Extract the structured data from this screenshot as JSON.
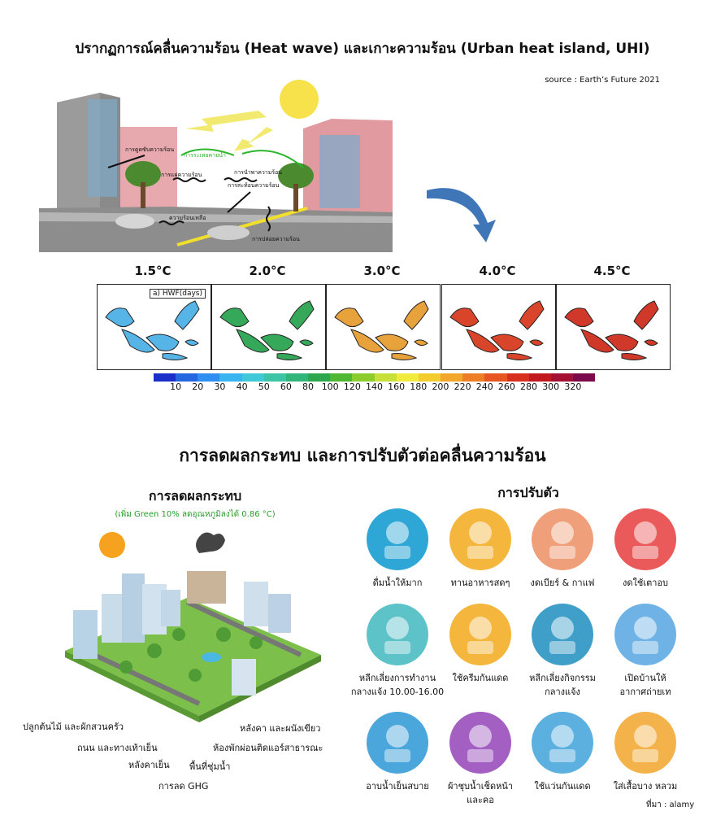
{
  "title": "ปรากฏการณ์คลื่นความร้อน (Heat wave) และเกาะความร้อน (Urban heat island, UHI)",
  "source_top": "source : Earth’s Future 2021",
  "uhi_labels": {
    "absorb": "การดูดซับความร้อน",
    "evapo": "การระเหยคายน้ำ",
    "radiate": "การแผ่ความร้อน",
    "convect": "การนำพาความร้อน",
    "reflect": "การสะท้อนความร้อน",
    "waste": "ความร้อนเหลือ",
    "release": "การปล่อยความร้อน"
  },
  "panels": [
    {
      "title": "1.5°C",
      "fill": "#57b4e6"
    },
    {
      "title": "2.0°C",
      "fill": "#35a85a"
    },
    {
      "title": "3.0°C",
      "fill": "#e8a23c"
    },
    {
      "title": "4.0°C",
      "fill": "#d9452a"
    },
    {
      "title": "4.5°C",
      "fill": "#d0382a"
    }
  ],
  "panel_label": "a) HWF(days)",
  "colorbar": {
    "colors": [
      "#1b2fc9",
      "#2467e0",
      "#2f8ff0",
      "#38b5f0",
      "#3fc9d8",
      "#3cc4a6",
      "#31b57a",
      "#2da64e",
      "#4fb832",
      "#8ccc2c",
      "#c7e03a",
      "#f2ea3c",
      "#f5cc2e",
      "#f2a62a",
      "#ee7e26",
      "#e65522",
      "#d8301f",
      "#c2191f",
      "#a41034",
      "#7a0a4a"
    ],
    "ticks": [
      "10",
      "20",
      "30",
      "40",
      "50",
      "60",
      "80",
      "100",
      "120",
      "140",
      "160",
      "180",
      "200",
      "220",
      "240",
      "260",
      "280",
      "300",
      "320"
    ]
  },
  "section_title": "การลดผลกระทบ และการปรับตัวต่อคลื่นความร้อน",
  "mitigation": {
    "title": "การลดผลกระทบ",
    "subtitle": "(เพิ่ม Green 10% ลดอุณหภูมิลงได้ 0.86 °C)",
    "labels": {
      "plant": "ปลูกต้นไม้ และผักสวนครัว",
      "road": "ถนน และทางเท้าเย็น",
      "cool_roof": "หลังคาเย็น",
      "ghg": "การลด GHG",
      "green_roof": "หลังคา และผนังเขียว",
      "aircon": "ห้องพักผ่อนติดแอร์สาธารณะ",
      "wetland": "พื้นที่ชุ่มน้ำ"
    }
  },
  "adaptation": {
    "title": "การปรับตัว",
    "tips": [
      {
        "label": "ดื่มน้ำให้มาก",
        "icon": "water-bottle-icon",
        "bg": "#2fa7d6"
      },
      {
        "label": "ทานอาหารสดๆ",
        "icon": "fresh-food-icon",
        "bg": "#f4b63c"
      },
      {
        "label": "งดเบียร์ & กาแฟ",
        "icon": "no-alcohol-coffee-icon",
        "bg": "#ef9f7a"
      },
      {
        "label": "งดใช้เตาอบ",
        "icon": "no-oven-icon",
        "bg": "#ea5a5a"
      },
      {
        "label": "หลีกเลี่ยงการทำงาน\nกลางแจ้ง 10.00-16.00",
        "icon": "hot-sun-clock-icon",
        "bg": "#5ec2c9"
      },
      {
        "label": "ใช้ครีมกันแดด",
        "icon": "sunscreen-icon",
        "bg": "#f4b63c"
      },
      {
        "label": "หลีกเลี่ยงกิจกรรม\nกลางแจ้ง",
        "icon": "no-outdoor-activity-icon",
        "bg": "#3f9fc9"
      },
      {
        "label": "เปิดบ้านให้\nอากาศถ่ายเท",
        "icon": "ventilation-icon",
        "bg": "#6fb3e6"
      },
      {
        "label": "อาบน้ำเย็นสบาย",
        "icon": "cool-bath-icon",
        "bg": "#4aa6db"
      },
      {
        "label": "ผ้าชุบน้ำเช็ดหน้า\nและคอ",
        "icon": "wet-towel-icon",
        "bg": "#a35fc1"
      },
      {
        "label": "ใช้แว่นกันแดด",
        "icon": "sunglasses-icon",
        "bg": "#5bb0e0"
      },
      {
        "label": "ใส่เสื้อบาง หลวม",
        "icon": "light-clothes-icon",
        "bg": "#f3b24a"
      }
    ]
  },
  "source_bottom": "ที่มา : alamy"
}
